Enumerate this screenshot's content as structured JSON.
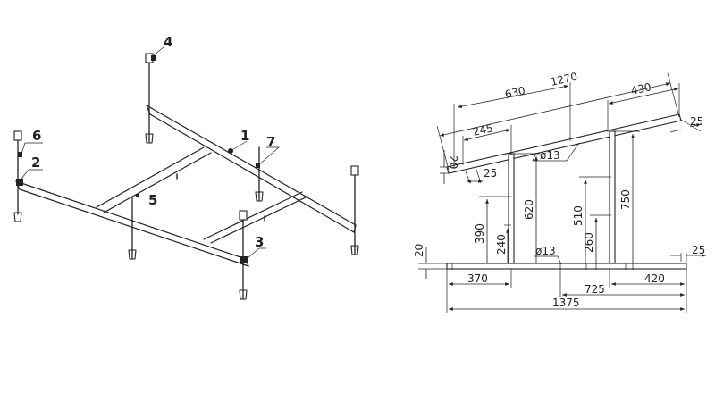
{
  "callouts": {
    "c1": "1",
    "c2": "2",
    "c3": "3",
    "c4": "4",
    "c5": "5",
    "c6": "6",
    "c7": "7"
  },
  "side_view": {
    "top_1270": "1270",
    "top_630": "630",
    "top_430": "430",
    "top_245": "245",
    "top_25_right": "25",
    "d13_upper": "ø13",
    "v20_upper": "20",
    "h25_upper": "25",
    "v620": "620",
    "v390": "390",
    "v240": "240",
    "v510": "510",
    "v260": "260",
    "v750": "750",
    "d13_lower": "ø13",
    "v20_lower": "20",
    "r25_lower": "25",
    "b370": "370",
    "b725": "725",
    "b420": "420",
    "b1375": "1375"
  },
  "colors": {
    "line": "#222222",
    "background": "#ffffff"
  }
}
